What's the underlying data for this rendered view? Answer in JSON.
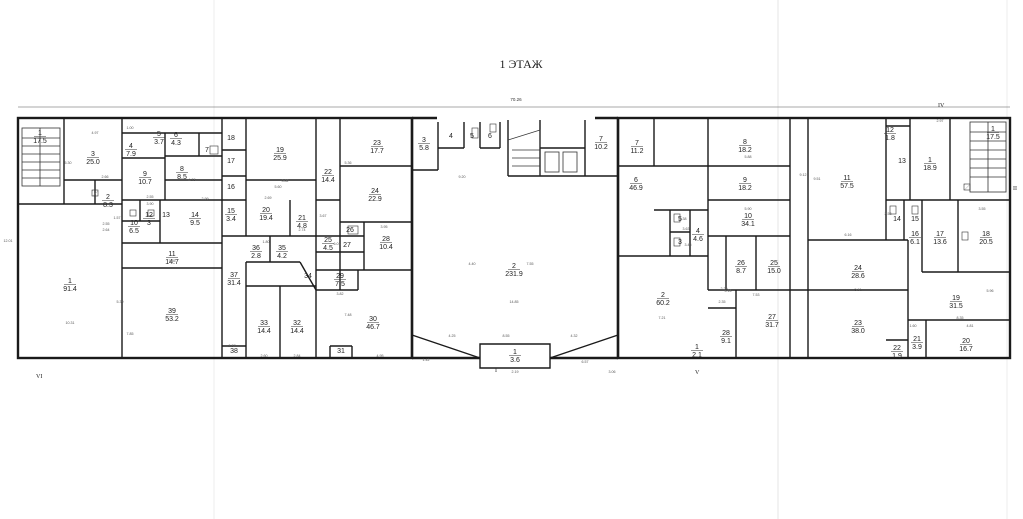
{
  "title": "1 ЭТАЖ",
  "overall_dimension": "70.26",
  "axes": [
    "VI",
    "I",
    "V",
    "IV",
    "II"
  ],
  "rooms": [
    {
      "n": "1",
      "area": "17.5"
    },
    {
      "n": "3",
      "area": "25.0"
    },
    {
      "n": "1",
      "area": "91.4"
    },
    {
      "n": "2",
      "area": "8.3"
    },
    {
      "n": "9",
      "area": "10.7"
    },
    {
      "n": "8",
      "area": "8.5"
    },
    {
      "n": "10",
      "area": "6.5"
    },
    {
      "n": "12",
      "area": "3"
    },
    {
      "n": "13",
      "area": ""
    },
    {
      "n": "14",
      "area": "9.5"
    },
    {
      "n": "11",
      "area": "14.7"
    },
    {
      "n": "39",
      "area": "53.2"
    },
    {
      "n": "5",
      "area": "3.7"
    },
    {
      "n": "6",
      "area": "4.3"
    },
    {
      "n": "4",
      "area": "7.9"
    },
    {
      "n": "7",
      "area": ""
    },
    {
      "n": "18",
      "area": ""
    },
    {
      "n": "17",
      "area": ""
    },
    {
      "n": "16",
      "area": ""
    },
    {
      "n": "15",
      "area": "3.4"
    },
    {
      "n": "19",
      "area": "25.9"
    },
    {
      "n": "20",
      "area": "19.4"
    },
    {
      "n": "21",
      "area": "4.8"
    },
    {
      "n": "36",
      "area": "2.8"
    },
    {
      "n": "35",
      "area": "4.2"
    },
    {
      "n": "37",
      "area": "31.4"
    },
    {
      "n": "33",
      "area": "14.4"
    },
    {
      "n": "32",
      "area": "14.4"
    },
    {
      "n": "38",
      "area": ""
    },
    {
      "n": "34",
      "area": ""
    },
    {
      "n": "22",
      "area": "14.4"
    },
    {
      "n": "23",
      "area": "17.7"
    },
    {
      "n": "24",
      "area": "22.9"
    },
    {
      "n": "25",
      "area": "4.5"
    },
    {
      "n": "26",
      "area": ""
    },
    {
      "n": "27",
      "area": ""
    },
    {
      "n": "28",
      "area": "10.4"
    },
    {
      "n": "29",
      "area": "7.5"
    },
    {
      "n": "30",
      "area": "46.7"
    },
    {
      "n": "31",
      "area": ""
    },
    {
      "n": "3",
      "area": "5.8"
    },
    {
      "n": "4",
      "area": ""
    },
    {
      "n": "5",
      "area": ""
    },
    {
      "n": "6",
      "area": ""
    },
    {
      "n": "7",
      "area": "10.2"
    },
    {
      "n": "2",
      "area": "231.9"
    },
    {
      "n": "1",
      "area": "3.6"
    },
    {
      "n": "7",
      "area": "11.2"
    },
    {
      "n": "6",
      "area": "46.9"
    },
    {
      "n": "5",
      "area": ""
    },
    {
      "n": "3",
      "area": ""
    },
    {
      "n": "4",
      "area": "4.6"
    },
    {
      "n": "2",
      "area": "60.2"
    },
    {
      "n": "1",
      "area": "2.1"
    },
    {
      "n": "8",
      "area": "18.2"
    },
    {
      "n": "9",
      "area": "18.2"
    },
    {
      "n": "10",
      "area": "34.1"
    },
    {
      "n": "26",
      "area": "8.7"
    },
    {
      "n": "25",
      "area": "15.0"
    },
    {
      "n": "28",
      "area": "9.1"
    },
    {
      "n": "27",
      "area": "31.7"
    },
    {
      "n": "11",
      "area": "57.5"
    },
    {
      "n": "24",
      "area": "28.6"
    },
    {
      "n": "23",
      "area": "38.0"
    },
    {
      "n": "12",
      "area": "1.8"
    },
    {
      "n": "13",
      "area": ""
    },
    {
      "n": "1",
      "area": "18.9"
    },
    {
      "n": "1",
      "area": "17.5"
    },
    {
      "n": "14",
      "area": ""
    },
    {
      "n": "15",
      "area": ""
    },
    {
      "n": "16",
      "area": "6.1"
    },
    {
      "n": "17",
      "area": "13.6"
    },
    {
      "n": "18",
      "area": "20.5"
    },
    {
      "n": "19",
      "area": "31.5"
    },
    {
      "n": "21",
      "area": "3.9"
    },
    {
      "n": "20",
      "area": "16.7"
    },
    {
      "n": "22",
      "area": "1.9"
    }
  ],
  "dimensions": {
    "d01": "4.97",
    "d02": "5.30",
    "d03": "1.00",
    "d04": "2.66",
    "d05": "2.55",
    "d06": "2.64",
    "d07": "1.57",
    "d08": "3.90",
    "d09": "4.28",
    "d10": "2.99",
    "d11": "2.55",
    "d12": "7.55",
    "d13": "5.39",
    "d14": "2.37",
    "d15": "3.82",
    "d16": "5.60",
    "d17": "2.74",
    "d18": "1.80",
    "d19": "2.60",
    "d20": "2.84",
    "d21": "2.69",
    "d22": "5.36",
    "d23": "3.67",
    "d24": "3.82",
    "d25": "4.95",
    "d26": "7.48",
    "d27": "6.01",
    "d28": "3.95",
    "d29": "9.20",
    "d30": "4.25",
    "d31": "8.55",
    "d32": "4.32",
    "d33": "14.85",
    "d34": "6.57",
    "d35": "1.42",
    "d36": "2.19",
    "d37": "3.06",
    "d38": "7.21",
    "d39": "5.16",
    "d40": "2.35",
    "d41": "9.12",
    "d42": "5.88",
    "d43": "5.90",
    "d44": "7.53",
    "d45": "5.91",
    "d46": "8.35",
    "d47": "2.97",
    "d48": "6.16",
    "d49": "9.51",
    "d50": "5.96",
    "d51": "4.81",
    "d52": "1.60",
    "d53": "3.55",
    "d54": "12.01",
    "d55": "10.31",
    "d56": "7.85",
    "d57": "4.40",
    "d58": "7.55",
    "d59": "5.38",
    "d60": "3.63",
    "d61": "3.45",
    "d62": "2.58",
    "d63": "2.29"
  }
}
